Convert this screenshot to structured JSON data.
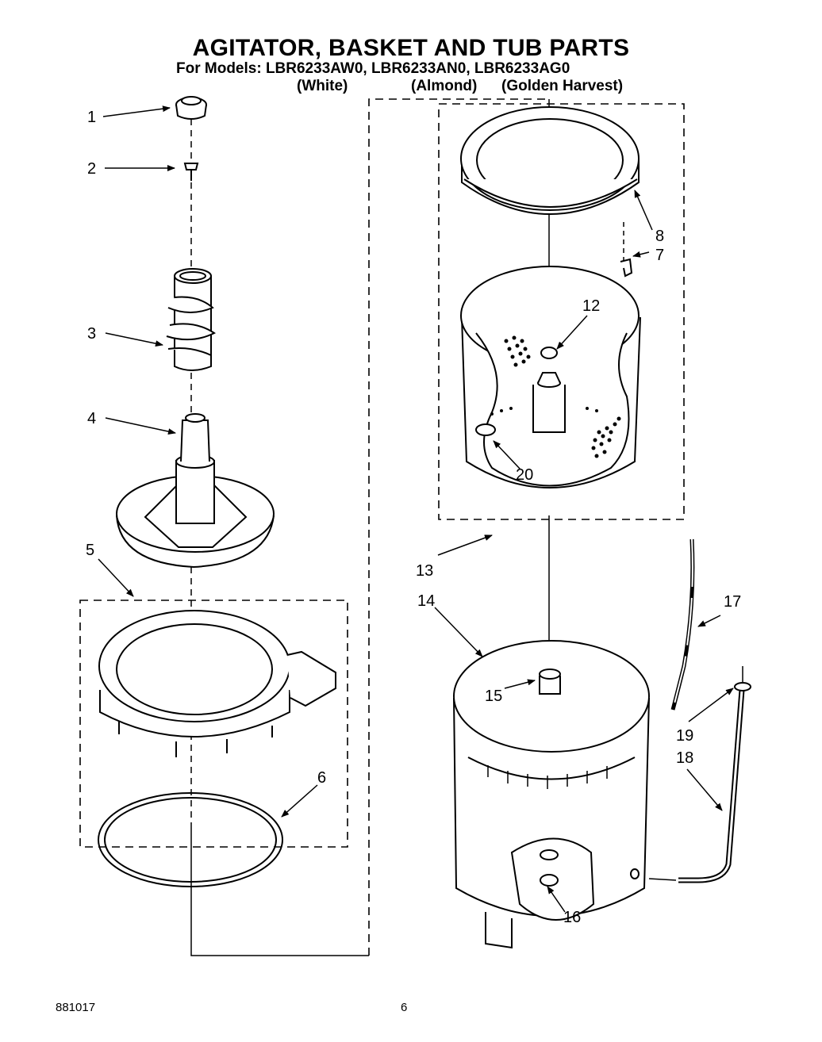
{
  "title": "AGITATOR, BASKET AND TUB PARTS",
  "models_line": "For Models:  LBR6233AW0,  LBR6233AN0,  LBR6233AG0",
  "variants": [
    "(White)",
    "(Almond)",
    "(Golden Harvest)"
  ],
  "callouts": [
    "1",
    "2",
    "3",
    "4",
    "5",
    "6",
    "7",
    "8",
    "12",
    "13",
    "14",
    "15",
    "16",
    "17",
    "18",
    "19",
    "20"
  ],
  "footer": {
    "code": "881017",
    "page": "6"
  }
}
